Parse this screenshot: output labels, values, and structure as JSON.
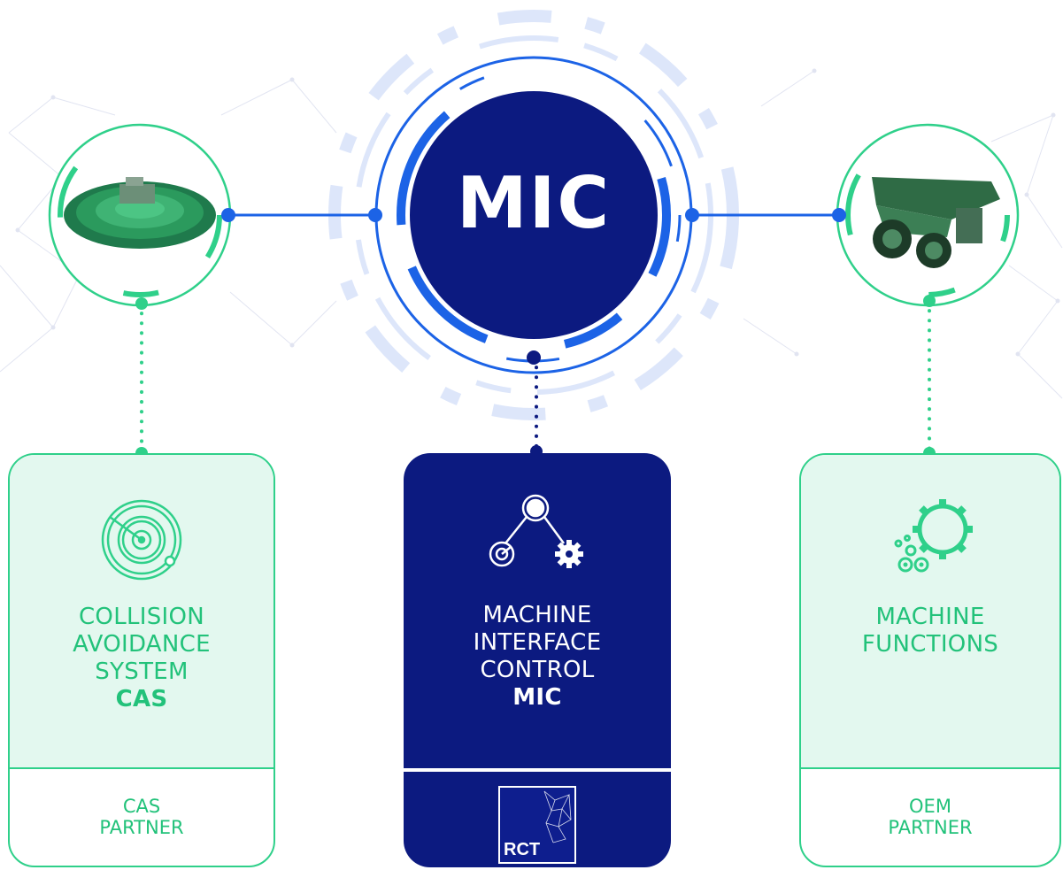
{
  "center": {
    "title": "MIC"
  },
  "cas_panel": {
    "lines": [
      "COLLISION",
      "AVOIDANCE",
      "SYSTEM"
    ],
    "acronym": "CAS",
    "partner": [
      "CAS",
      "PARTNER"
    ]
  },
  "mic_panel": {
    "lines": [
      "MACHINE",
      "INTERFACE",
      "CONTROL"
    ],
    "acronym": "MIC",
    "logo_text": "RCT"
  },
  "oem_panel": {
    "lines": [
      "MACHINE",
      "FUNCTIONS"
    ],
    "partner": [
      "OEM",
      "PARTNER"
    ]
  },
  "icons": {
    "cas_node": "radar-disc-vehicle-icon",
    "oem_node": "haul-truck-icon",
    "cas_panel": "radar-icon",
    "mic_panel": "network-gear-icon",
    "oem_panel": "gears-icon"
  },
  "colors": {
    "green": "#2fd08a",
    "navy": "#0c1a80",
    "blue": "#1c63e6",
    "light_green_fill": "#e3f8ef"
  }
}
